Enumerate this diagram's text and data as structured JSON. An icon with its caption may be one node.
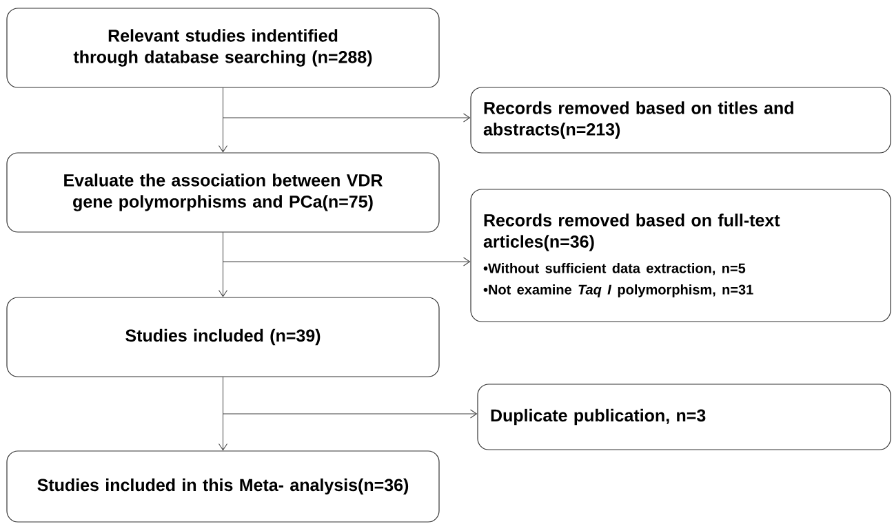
{
  "diagram": {
    "nodes": [
      {
        "text": [
          "Relevant studies indentified through database searching (n=288)"
        ]
      },
      {
        "text": [
          "Records removed based on titles and abstracts(n=213)"
        ]
      },
      {
        "text": [
          "Evaluate the association between VDR gene polymorphisms and PCa(n=75)"
        ]
      },
      {
        "text": [
          "Records removed based on full-text articles(n=36)",
          "•Without sufficient data extraction, n=5",
          "•Not examine *Taq I* polymorphism, n=31"
        ]
      },
      {
        "text": [
          "Studies included (n=39)"
        ]
      },
      {
        "text": [
          "Duplicate publication, n=3"
        ]
      },
      {
        "text": [
          "Studies included in this Meta- analysis(n=36)"
        ]
      }
    ],
    "edges": [
      {
        "from": 0,
        "to": 2,
        "arrow": "to"
      },
      {
        "from": 0,
        "to": 1,
        "arrow": "to"
      },
      {
        "from": 2,
        "to": 4,
        "arrow": "to"
      },
      {
        "from": 2,
        "to": 3,
        "arrow": "to"
      },
      {
        "from": 4,
        "to": 6,
        "arrow": "to"
      },
      {
        "from": 4,
        "to": 5,
        "arrow": "to"
      }
    ]
  }
}
